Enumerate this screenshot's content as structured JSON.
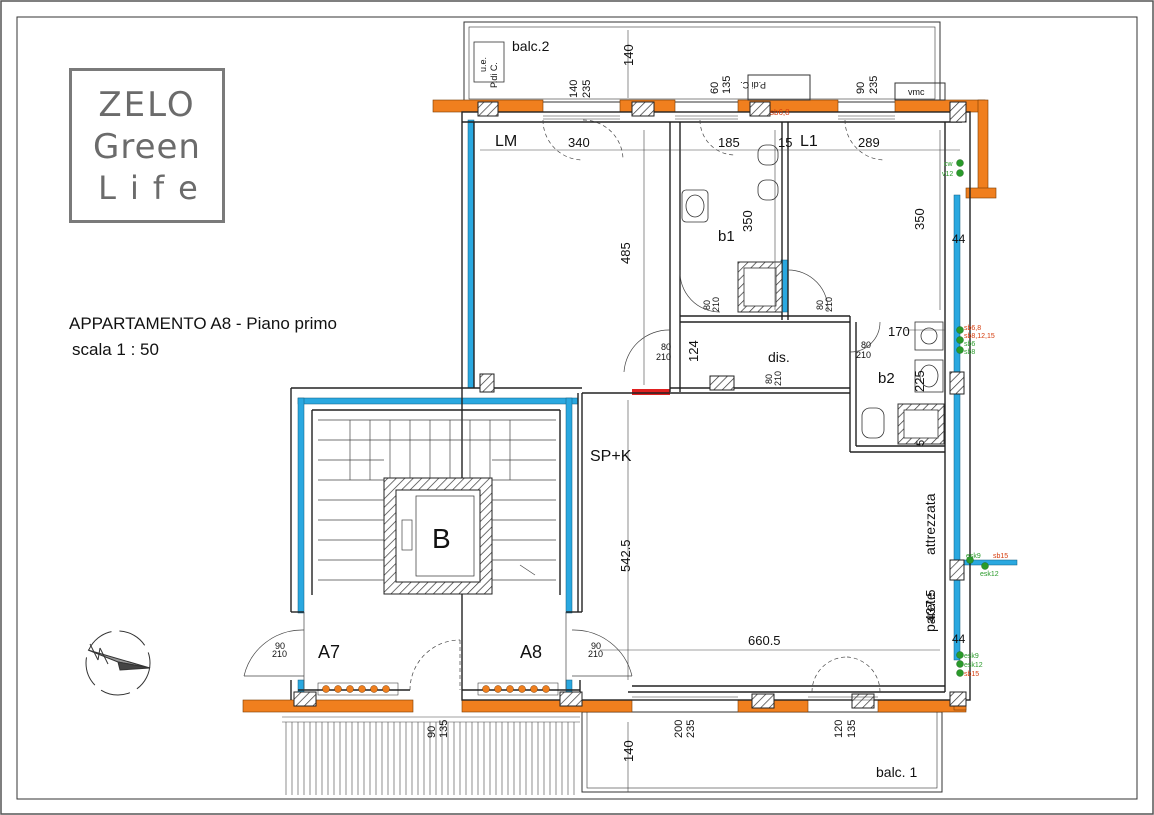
{
  "logo": {
    "line1": "ZELO",
    "line2": "Green",
    "line3": "Life"
  },
  "title": "APPARTAMENTO  A8 - Piano primo",
  "scale": "scala 1 : 50",
  "rooms": {
    "lm": "LM",
    "l1": "L1",
    "b1": "b1",
    "b2": "b2",
    "dis": "dis.",
    "spk": "SP+K",
    "stair": "B",
    "a7": "A7",
    "a8": "A8",
    "balc2": "balc.2",
    "balc1": "balc. 1",
    "pdc_top": "P.di C.",
    "pdc_vert": "P.di C.",
    "ue": "u.e.",
    "vmc": "vmc",
    "parete_a": "parete",
    "parete_b": "attrezzata"
  },
  "dimensions": {
    "d340": "340",
    "d185": "185",
    "d15a": "15",
    "d289": "289",
    "d485": "485",
    "d350a": "350",
    "d350b": "350",
    "d44a": "44",
    "d44b": "44",
    "d170": "170",
    "d225": "225",
    "d124": "124",
    "d5": "5",
    "d542": "542.5",
    "d437": "437.5",
    "d660": "660.5",
    "d140a": "140",
    "d140b": "140",
    "w140": "140",
    "w235a": "235",
    "w60": "60",
    "w135a": "135",
    "w90a": "90",
    "w235b": "235",
    "w200": "200",
    "w235c": "235",
    "w120": "120",
    "w135b": "135",
    "w90b": "90",
    "w135c": "135",
    "door80a": "80",
    "door210a": "210",
    "door80b": "80",
    "door210b": "210",
    "door80c": "80",
    "door210c": "210",
    "door80d": "80",
    "door210d": "210",
    "door80e": "80",
    "door210e": "210",
    "door90a": "90",
    "door210f": "210",
    "door90b": "90",
    "door210g": "210"
  },
  "plumbing": {
    "sb68": "sb6,8",
    "cw": "cw",
    "v12": "v12",
    "r1": "sb6,8",
    "r2": "sb8,12,15",
    "r3": "sb6",
    "r4": "sb8",
    "k1": "esk9",
    "k2": "sb15",
    "k3": "esk12",
    "e1": "esk9",
    "e2": "esk12",
    "e3": "sb15"
  },
  "colors": {
    "wall_orange": "#f07f1e",
    "wall_blue": "#2aa8e0",
    "red_accent": "#e02020",
    "line": "#222222",
    "text": "#111111"
  }
}
